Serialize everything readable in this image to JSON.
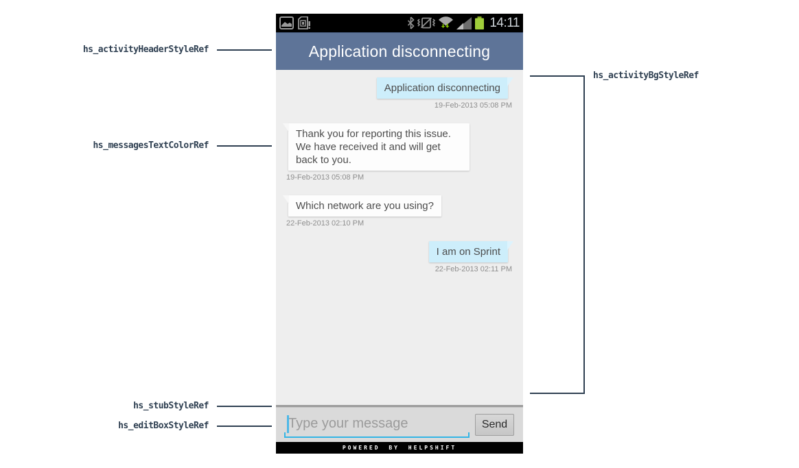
{
  "annotations": {
    "left": [
      {
        "label": "hs_activityHeaderStyleRef"
      },
      {
        "label": "hs_messagesTextColorRef"
      },
      {
        "label": "hs_stubStyleRef"
      },
      {
        "label": "hs_editBoxStyleRef"
      }
    ],
    "right": [
      {
        "label": "hs_activityBgStyleRef"
      }
    ],
    "color": "#2e3f51"
  },
  "phone": {
    "status_bar": {
      "time": "14:11",
      "left_icons": [
        "gallery-icon",
        "sim-alert-icon"
      ],
      "right_icons": [
        "bluetooth-icon",
        "vibrate-icon",
        "wifi-icon",
        "signal-icon",
        "battery-icon"
      ]
    },
    "header": {
      "title": "Application disconnecting"
    },
    "messages": [
      {
        "side": "right",
        "text": "Application disconnecting",
        "timestamp": "19-Feb-2013 05:08 PM"
      },
      {
        "side": "left",
        "text": "Thank you for reporting this issue. We have received it and will get back to you.",
        "timestamp": "19-Feb-2013 05:08 PM"
      },
      {
        "side": "left",
        "text": "Which network are you using?",
        "timestamp": "22-Feb-2013 02:10 PM"
      },
      {
        "side": "right",
        "text": "I am on Sprint",
        "timestamp": "22-Feb-2013 02:11 PM"
      }
    ],
    "composer": {
      "placeholder": "Type your message",
      "send_label": "Send"
    },
    "footer": {
      "text": "POWERED BY HELPSHIFT"
    },
    "colors": {
      "header_bg": "#5e7498",
      "chat_bg": "#eeeeee",
      "user_bubble": "#cdeefb",
      "admin_bubble": "#fdfdfd",
      "edit_underline": "#33b5e5",
      "battery_green": "#a4c639",
      "composer_bg": "#dadada"
    }
  }
}
